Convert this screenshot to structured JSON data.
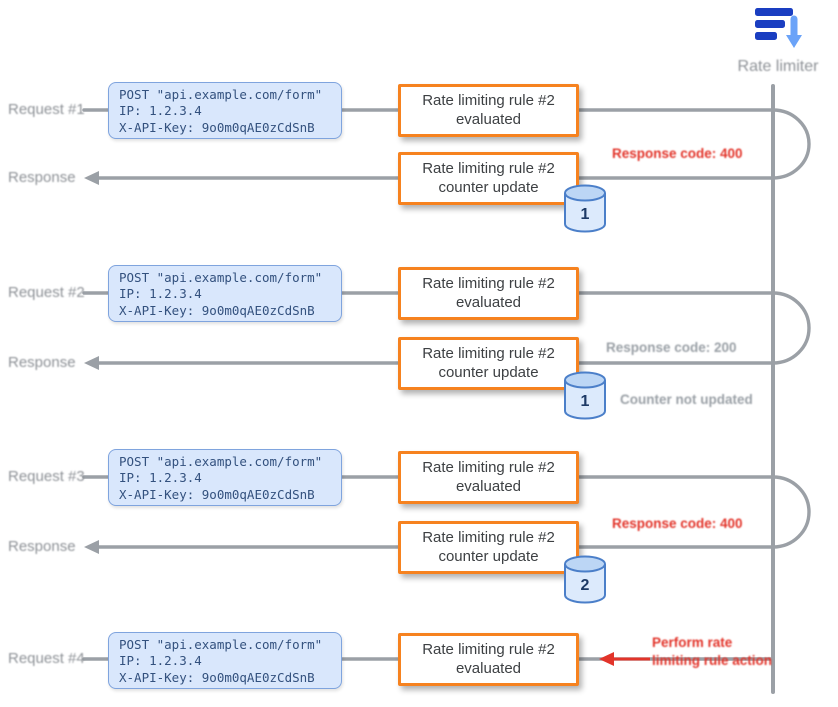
{
  "actor": {
    "label": "Rate limiter"
  },
  "lanes": {
    "request1": "Request #1",
    "response1": "Response",
    "request2": "Request #2",
    "response2": "Response",
    "request3": "Request #3",
    "response3": "Response",
    "request4": "Request #4"
  },
  "request_payload": {
    "line1": "POST \"api.example.com/form\"",
    "line2": "IP: 1.2.3.4",
    "line3": "X-API-Key: 9o0m0qAE0zCdSnB"
  },
  "rule_boxes": {
    "evaluated": "Rate limiting rule #2 evaluated",
    "counter_update": "Rate limiting rule #2 counter update"
  },
  "counters": {
    "after_request1": "1",
    "after_request2": "1",
    "after_request3": "2"
  },
  "annotations": {
    "response1_code": "Response code: 400",
    "response2_code": "Response code: 200",
    "response2_note": "Counter not updated",
    "response3_code": "Response code: 400",
    "request4_action": "Perform rate limiting rule action"
  },
  "colors": {
    "rule_box_border": "#f6821f",
    "alert_red": "#e2342a",
    "connector_gray": "#9ba0a6",
    "payload_box_bg": "#d9e7fc",
    "payload_text": "#33517e"
  }
}
